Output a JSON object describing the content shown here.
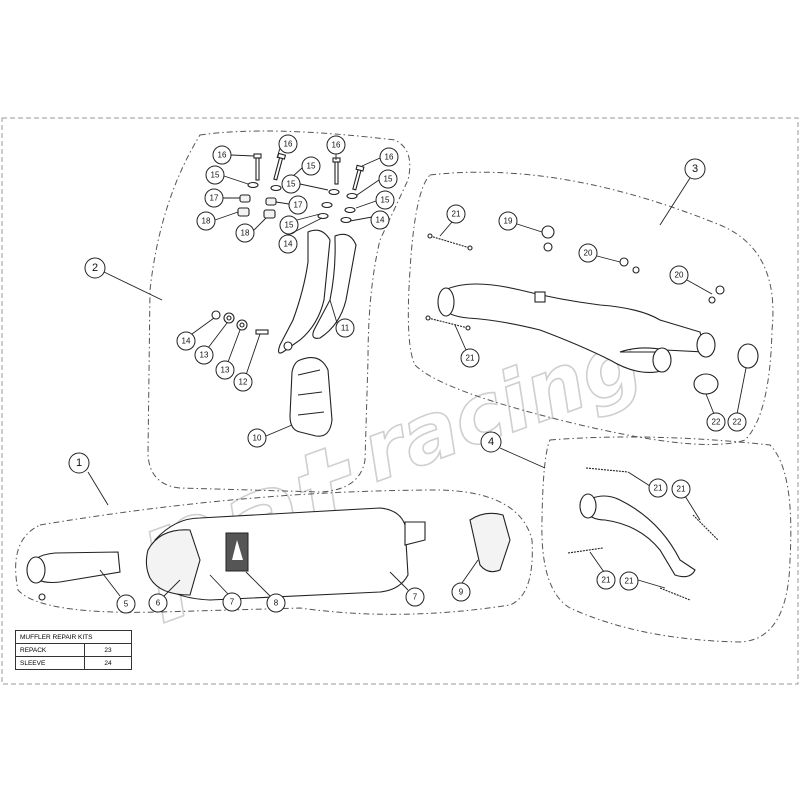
{
  "watermark": {
    "text_primary": "pat",
    "text_secondary": "racing",
    "color": "#d0d0d0"
  },
  "group_labels": [
    "1",
    "2",
    "3",
    "4"
  ],
  "callouts": {
    "c16a": "16",
    "c16b": "16",
    "c16c": "16",
    "c16d": "16",
    "c15a": "15",
    "c15b": "15",
    "c15c": "15",
    "c15d": "15",
    "c15e": "15",
    "c15f": "15",
    "c17a": "17",
    "c17b": "17",
    "c18a": "18",
    "c18b": "18",
    "c14a": "14",
    "c14b": "14",
    "c14c": "14",
    "c13a": "13",
    "c13b": "13",
    "c12": "12",
    "c11": "11",
    "c10": "10",
    "c19": "19",
    "c20a": "20",
    "c20b": "20",
    "c21a": "21",
    "c21b": "21",
    "c21c": "21",
    "c21d": "21",
    "c21e": "21",
    "c21f": "21",
    "c22a": "22",
    "c22b": "22",
    "c5": "5",
    "c6": "6",
    "c7a": "7",
    "c8": "8",
    "c7b": "7",
    "c9": "9"
  },
  "repair_table": {
    "title": "MUFFLER REPAIR KITS",
    "rows": [
      {
        "label": "REPACK",
        "value": "23"
      },
      {
        "label": "SLEEVE",
        "value": "24"
      }
    ]
  },
  "colors": {
    "line": "#222222",
    "background": "#ffffff",
    "border": "#888888"
  }
}
